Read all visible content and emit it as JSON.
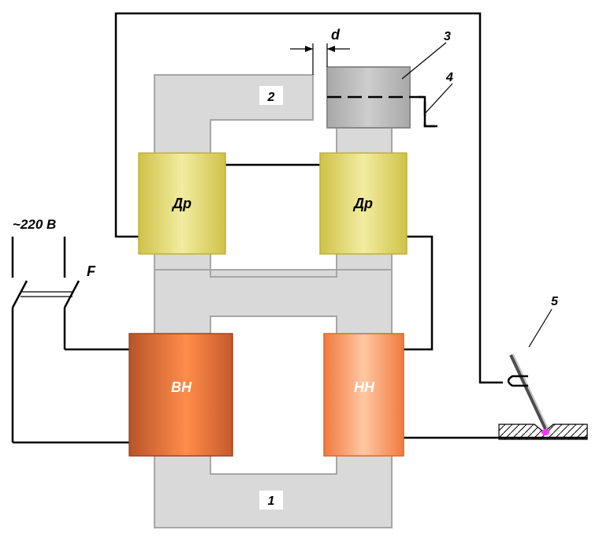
{
  "labels": {
    "voltage": "~220 В",
    "switch": "F",
    "gap": "d",
    "num_1": "1",
    "num_2": "2",
    "num_3": "3",
    "num_4": "4",
    "num_5": "5",
    "choke_left": "Др",
    "choke_right": "Др",
    "winding_hv": "ВН",
    "winding_lv": "НН"
  },
  "colors": {
    "core_fill": "#d9d9d9",
    "core_edge": "#a6a6a6",
    "choke": "#e6dc6e",
    "winding_hv": "#d9692e",
    "winding_lv": "#ff9a5a",
    "regulator_block": "#c3c3c3",
    "arc": "#ff33ff"
  }
}
